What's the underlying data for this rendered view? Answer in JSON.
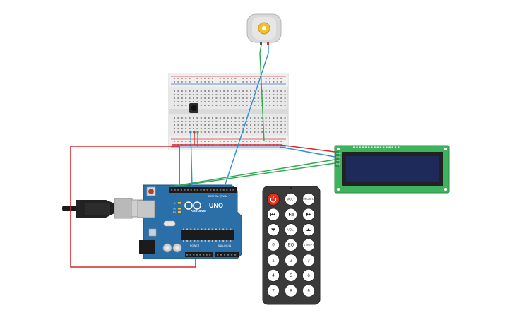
{
  "arduino": {
    "logo_text": "ARDUINO",
    "model": "UNO",
    "digital_header": "DIGITAL (PWM~)",
    "power_header": "POWER",
    "analog_header": "ANALOG IN",
    "led_labels": [
      "L",
      "TX",
      "RX"
    ]
  },
  "lcd": {
    "pin_labels": [
      "GND",
      "VCC",
      "SDA",
      "SCL"
    ]
  },
  "remote": {
    "buttons": [
      [
        "power-icon",
        "VOL+",
        "FUNC/STOP"
      ],
      [
        "prev-icon",
        "play-pause-icon",
        "next-icon"
      ],
      [
        "down-icon",
        "VOL-",
        "up-icon"
      ],
      [
        "0",
        "EQ",
        "ST/REPT"
      ],
      [
        "1",
        "2",
        "3"
      ],
      [
        "4",
        "5",
        "6"
      ],
      [
        "7",
        "8",
        "9"
      ]
    ]
  },
  "colors": {
    "wire_red": "#d62828",
    "wire_blue": "#2a8fd6",
    "wire_green": "#2fa84f",
    "arduino_board": "#2a6fa8",
    "lcd_board": "#3cb35c",
    "lcd_screen": "#1d2a5a",
    "remote_body": "#3a3a3a",
    "power_button": "#e0301e"
  }
}
